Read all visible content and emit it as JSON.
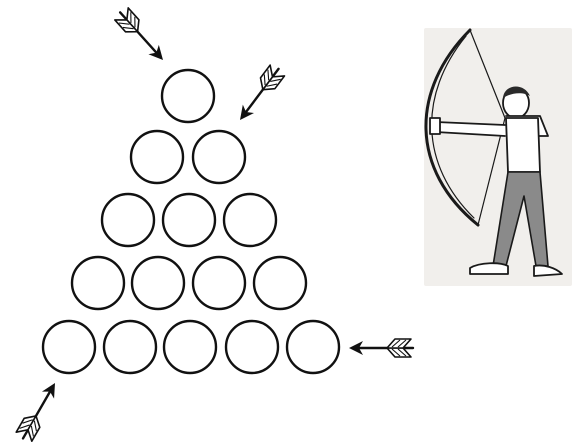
{
  "puzzle": {
    "circle_rows": [
      1,
      2,
      3,
      4,
      5
    ],
    "arrow_count": 4,
    "figure": "archer"
  }
}
